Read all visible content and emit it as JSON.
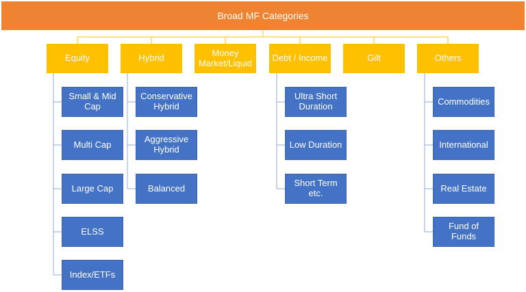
{
  "root": "Broad MF Categories",
  "categories": [
    {
      "label": "Equity",
      "children": [
        "Small & Mid Cap",
        "Multi Cap",
        "Large Cap",
        "ELSS",
        "Index/ETFs"
      ]
    },
    {
      "label": "Hybrid",
      "children": [
        "Conservative Hybrid",
        "Aggressive Hybrid",
        "Balanced"
      ]
    },
    {
      "label": "Money Market/Liquid",
      "children": []
    },
    {
      "label": "Debt / Income",
      "children": [
        "Ultra Short Duration",
        "Low Duration",
        "Short Term etc."
      ]
    },
    {
      "label": "Gilt",
      "children": []
    },
    {
      "label": "Others",
      "children": [
        "Commodities",
        "International",
        "Real Estate",
        "Fund of Funds"
      ]
    }
  ],
  "colors": {
    "root": "#EE8332",
    "category": "#FFC000",
    "subcategory": "#4472C4",
    "connector_orange": "#FFC000",
    "connector_blue": "#8EA9DB"
  }
}
